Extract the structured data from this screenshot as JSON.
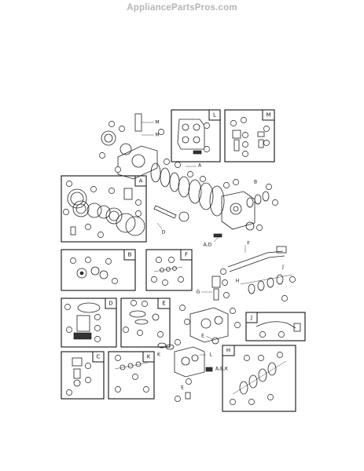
{
  "watermark": "AppliancePartsPros.com",
  "insets": [
    {
      "letter": "L",
      "name": "inset-l"
    },
    {
      "letter": "M",
      "name": "inset-m"
    },
    {
      "letter": "A",
      "name": "inset-a"
    },
    {
      "letter": "B",
      "name": "inset-b"
    },
    {
      "letter": "F",
      "name": "inset-f"
    },
    {
      "letter": "D",
      "name": "inset-d"
    },
    {
      "letter": "E",
      "name": "inset-e"
    },
    {
      "letter": "J",
      "name": "inset-j"
    },
    {
      "letter": "C",
      "name": "inset-c"
    },
    {
      "letter": "K",
      "name": "inset-k"
    },
    {
      "letter": "H",
      "name": "inset-h"
    }
  ],
  "main_labels": {
    "m1": "M",
    "m2": "M",
    "a": "A",
    "d": "D",
    "b": "B",
    "ad": "A,D",
    "f": "F",
    "g": "G",
    "j": "J",
    "h": "H",
    "e": "E",
    "k": "K",
    "l": "L",
    "abk": "A,B,K",
    "e2": "E"
  }
}
